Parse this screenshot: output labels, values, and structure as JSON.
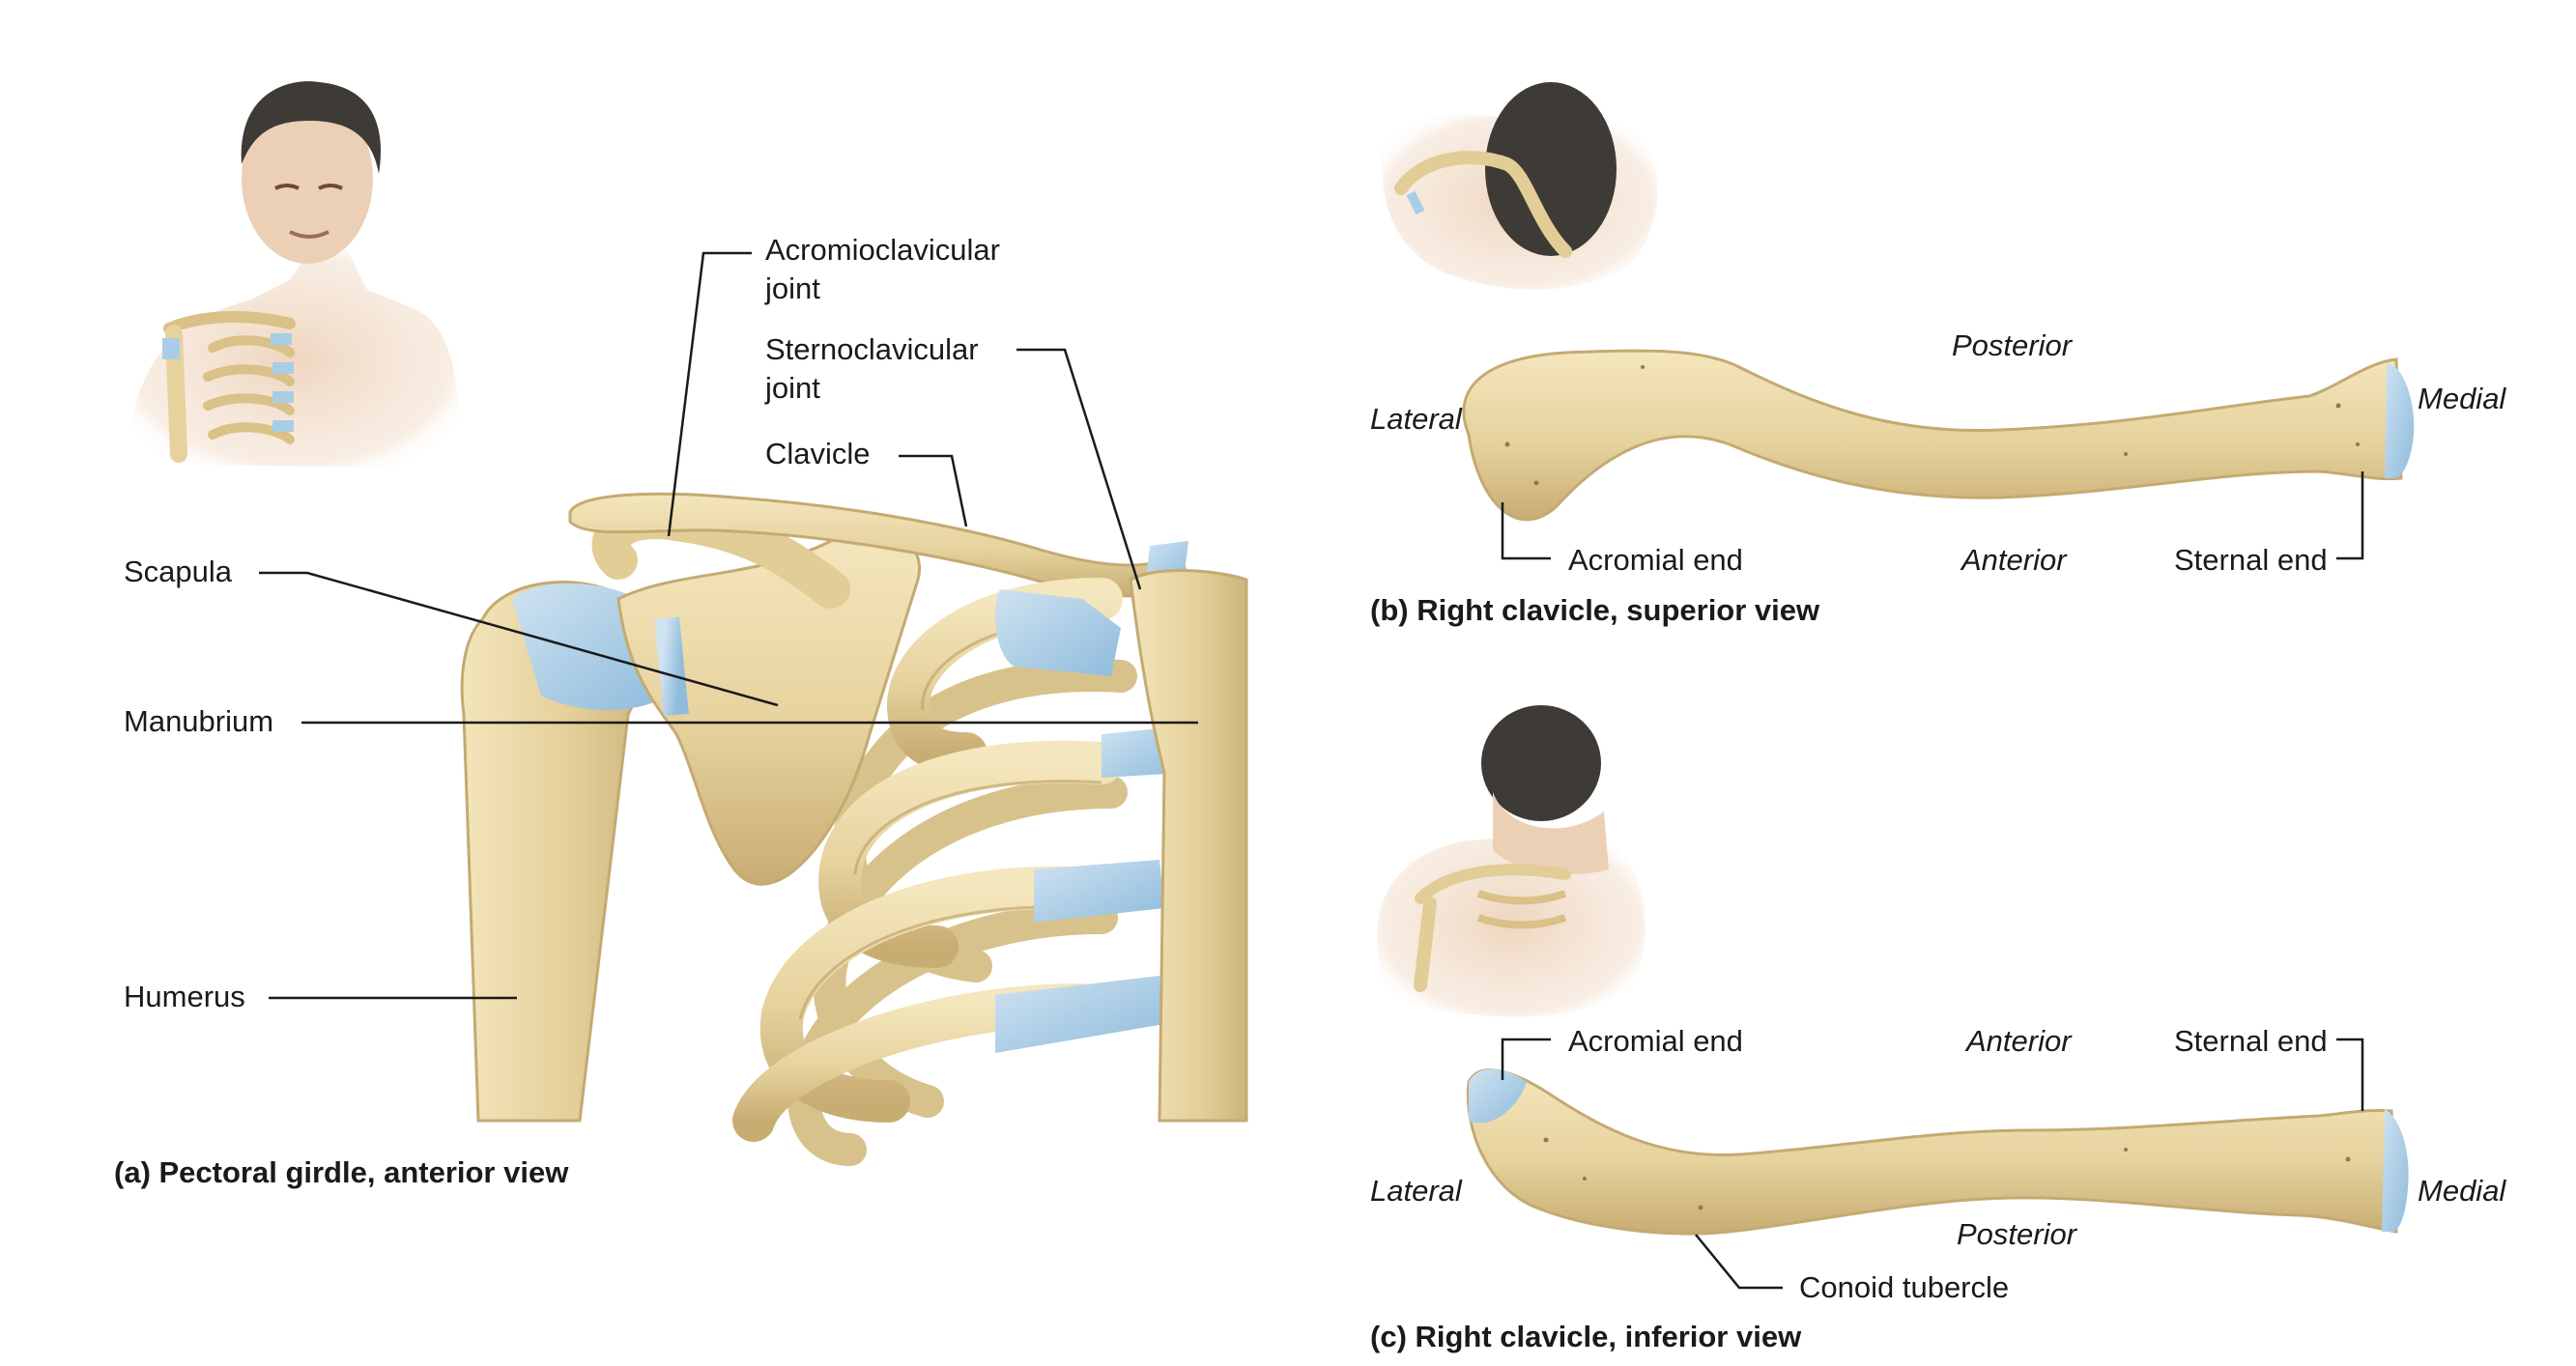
{
  "panel_a": {
    "caption": "(a) Pectoral girdle, anterior view",
    "labels": {
      "acromioclavicular_1": "Acromioclavicular",
      "acromioclavicular_2": "joint",
      "sternoclavicular_1": "Sternoclavicular",
      "sternoclavicular_2": "joint",
      "clavicle": "Clavicle",
      "scapula": "Scapula",
      "manubrium": "Manubrium",
      "humerus": "Humerus"
    }
  },
  "panel_b": {
    "caption": "(b) Right clavicle, superior view",
    "labels": {
      "posterior": "Posterior",
      "lateral": "Lateral",
      "medial": "Medial",
      "acromial_end": "Acromial end",
      "anterior": "Anterior",
      "sternal_end": "Sternal end"
    }
  },
  "panel_c": {
    "caption": "(c) Right clavicle, inferior view",
    "labels": {
      "acromial_end": "Acromial end",
      "anterior": "Anterior",
      "sternal_end": "Sternal end",
      "lateral": "Lateral",
      "medial": "Medial",
      "posterior": "Posterior",
      "conoid_tubercle": "Conoid tubercle"
    }
  },
  "colors": {
    "bone": "#ead9a8",
    "bone_shade": "#c9b27a",
    "cartilage": "#a9cde6",
    "skin": "#f2dcc8",
    "hair": "#3e3a36",
    "leader": "#1a1a1a"
  }
}
